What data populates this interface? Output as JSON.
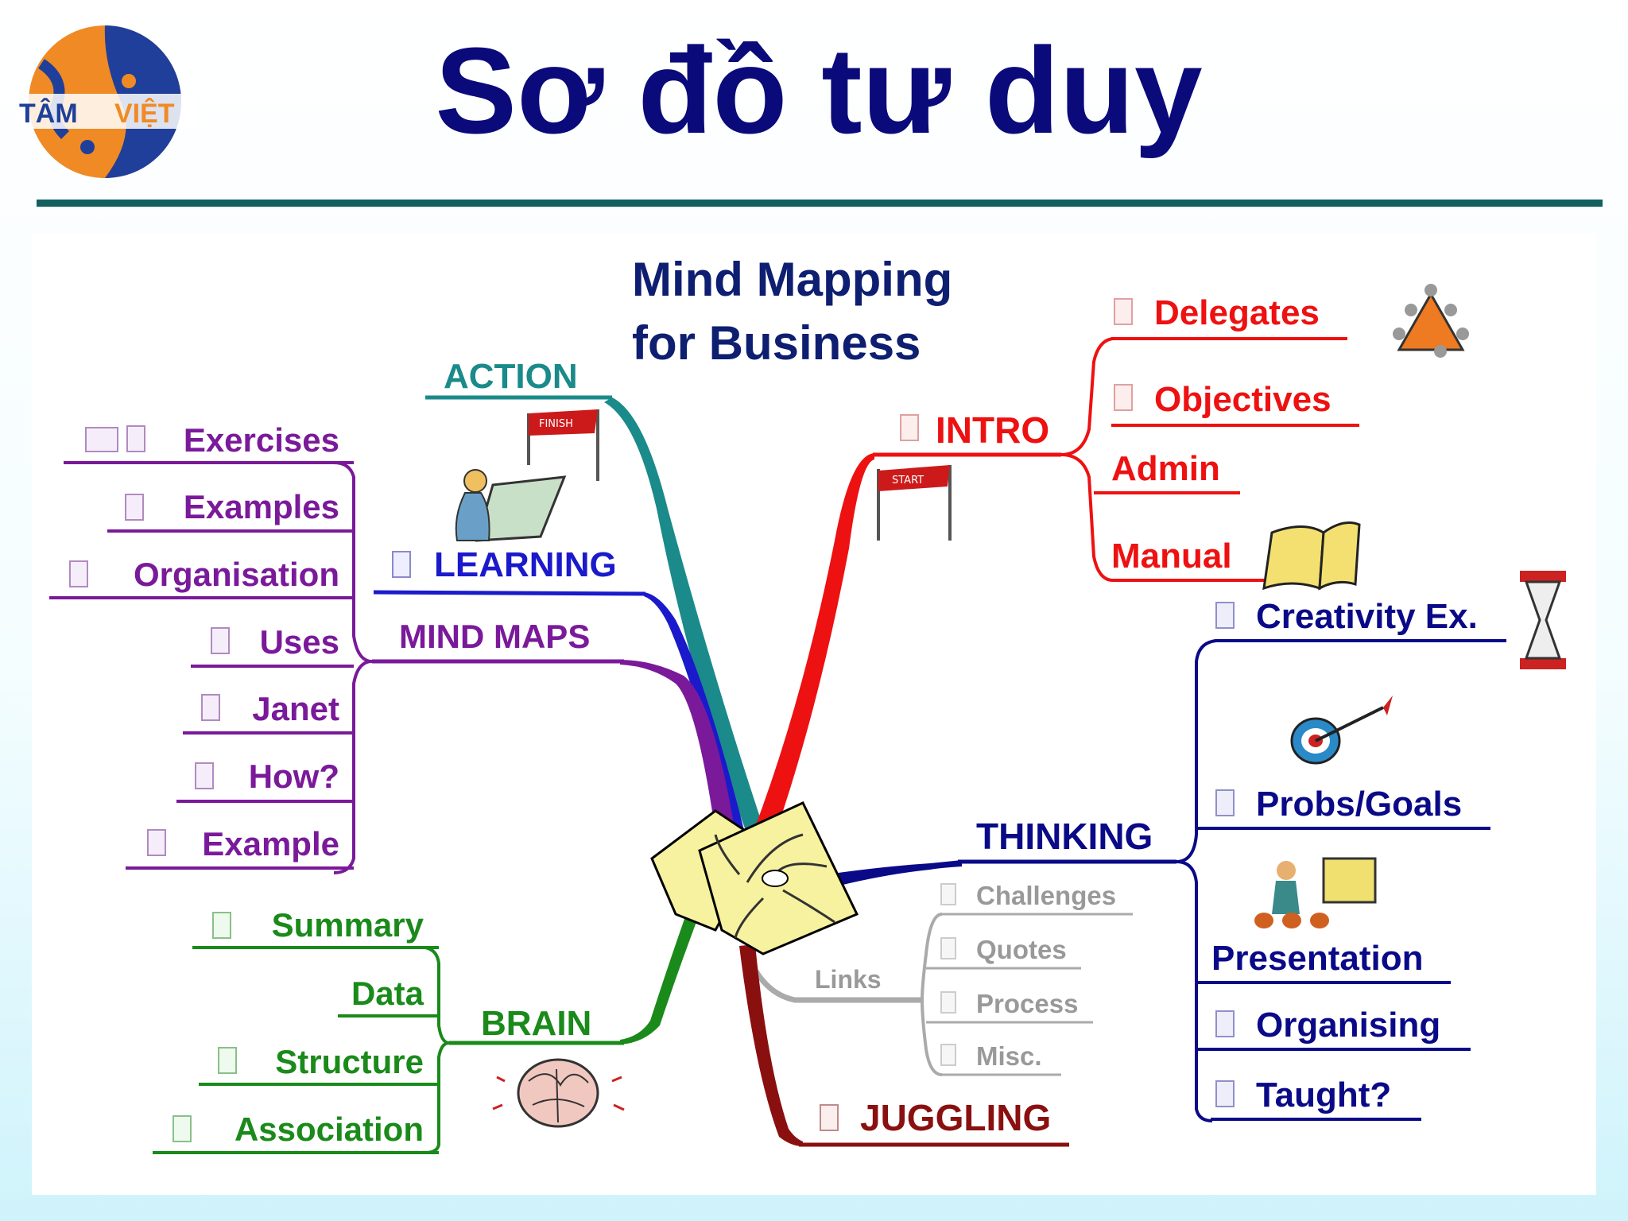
{
  "header": {
    "title": "Sơ đồ tư duy",
    "logo_text": "TÂM VIỆT"
  },
  "mindmap": {
    "title_line1": "Mind Mapping",
    "title_line2": "for Business",
    "branches": {
      "action": {
        "label": "ACTION",
        "color": "#1a8a8a"
      },
      "learning": {
        "label": "LEARNING",
        "color": "#1a1acc"
      },
      "mind_maps": {
        "label": "MIND MAPS",
        "color": "#7a1a9a",
        "items": [
          "Exercises",
          "Examples",
          "Organisation",
          "Uses",
          "Janet",
          "How?",
          "Example"
        ]
      },
      "brain": {
        "label": "BRAIN",
        "color": "#1a8a1a",
        "items": [
          "Summary",
          "Data",
          "Structure",
          "Association"
        ]
      },
      "intro": {
        "label": "INTRO",
        "color": "#ee1111",
        "items": [
          "Delegates",
          "Objectives",
          "Admin",
          "Manual"
        ]
      },
      "thinking": {
        "label": "THINKING",
        "color": "#0a0a88",
        "items": [
          "Creativity Ex.",
          "Probs/Goals",
          "Presentation",
          "Organising",
          "Taught?"
        ]
      },
      "links": {
        "label": "Links",
        "color": "#999999",
        "items": [
          "Challenges",
          "Quotes",
          "Process",
          "Misc."
        ]
      },
      "juggling": {
        "label": "JUGGLING",
        "color": "#8a1010"
      }
    },
    "flag_finish": "FINISH",
    "flag_start": "START"
  }
}
